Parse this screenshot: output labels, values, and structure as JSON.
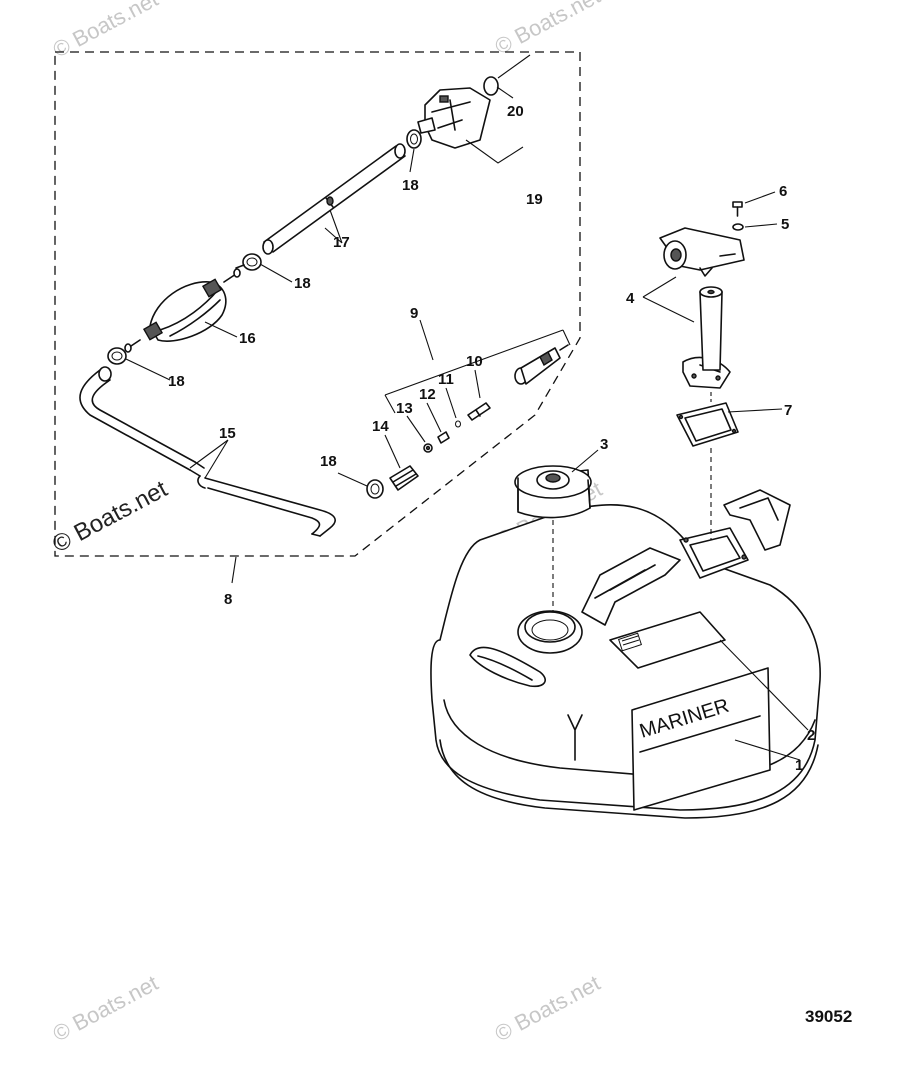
{
  "diagram": {
    "drawing_number": "39052",
    "tank_brand_text": "MARINER",
    "watermark_text": "© Boats.net",
    "callouts": {
      "c1": "1",
      "c2": "2",
      "c3": "3",
      "c4": "4",
      "c5": "5",
      "c6": "6",
      "c7": "7",
      "c8": "8",
      "c9": "9",
      "c10": "10",
      "c11": "11",
      "c12": "12",
      "c13": "13",
      "c14": "14",
      "c15": "15",
      "c16": "16",
      "c17": "17",
      "c18a": "18",
      "c18b": "18",
      "c18c": "18",
      "c18d": "18",
      "c19": "19",
      "c20": "20"
    }
  }
}
